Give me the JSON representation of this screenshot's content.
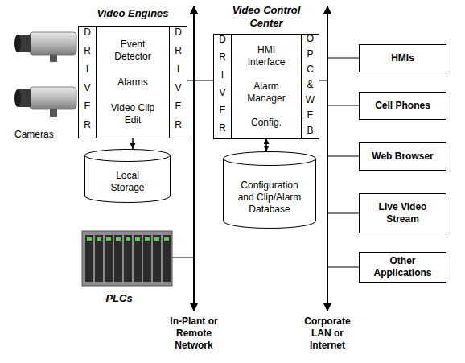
{
  "diagram": {
    "nodes": [
      {
        "text": [
          "Video Engines"
        ]
      },
      {
        "text": [
          "DRIVER"
        ],
        "in": 0
      },
      {
        "text": [
          "Event Detector",
          "Alarms",
          "Video Clip Edit"
        ],
        "in": 0
      },
      {
        "text": [
          "DRIVER"
        ],
        "in": 0
      },
      {
        "text": [
          "Local Storage"
        ]
      },
      {
        "text": [
          "Video Control Center"
        ]
      },
      {
        "text": [
          "DRIVER"
        ],
        "in": 5
      },
      {
        "text": [
          "HMI Interface",
          "Alarm Manager",
          "Config."
        ],
        "in": 5
      },
      {
        "text": [
          "OPC&WEB"
        ],
        "in": 5
      },
      {
        "text": [
          "Configuration and Clip/Alarm Database"
        ]
      },
      {
        "text": [
          "HMIs"
        ]
      },
      {
        "text": [
          "Cell Phones"
        ]
      },
      {
        "text": [
          "Web Browser"
        ]
      },
      {
        "text": [
          "Live Video Stream"
        ]
      },
      {
        "text": [
          "Other Applications"
        ]
      }
    ],
    "edges": [
      {
        "from": 2,
        "to": 4,
        "arrow": "to"
      },
      {
        "from": 7,
        "to": 9,
        "arrow": "both"
      }
    ],
    "labels": [
      "Cameras",
      "PLCs",
      "In-Plant or Remote Network",
      "Corporate LAN or Internet"
    ]
  }
}
